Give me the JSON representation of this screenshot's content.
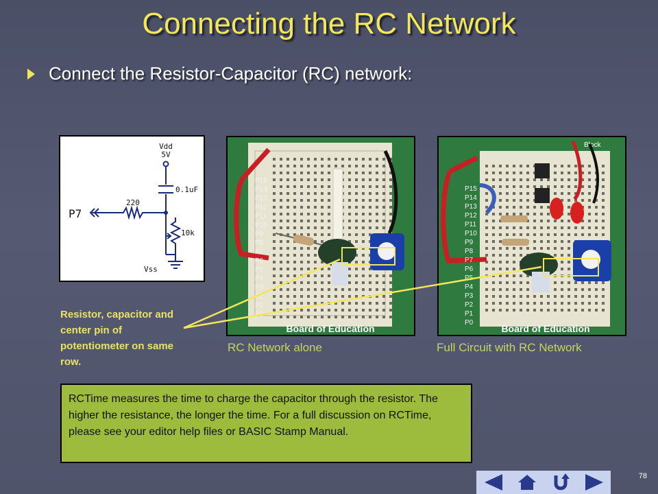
{
  "slide": {
    "title": "Connecting the RC Network",
    "bullet": "Connect the Resistor-Capacitor (RC) network:",
    "page_number": "78"
  },
  "schematic": {
    "vdd": "Vdd",
    "v5": "5V",
    "cap": "0.1uF",
    "res": "220",
    "pot": "10k",
    "vss": "Vss",
    "pin": "P7"
  },
  "captions": {
    "left": "RC Network alone",
    "right": "Full Circuit with RC Network"
  },
  "note": "Resistor, capacitor and center pin of potentiometer on same row.",
  "infobox": "RCTime measures the time to charge the capacitor through the resistor.  The higher the resistance, the longer the time. For a full discussion on RCTime, please see your editor help files or BASIC Stamp Manual.",
  "board": {
    "label": "Board of Education",
    "block": "Block",
    "pins": [
      "P15",
      "P14",
      "P13",
      "P12",
      "P11",
      "P10",
      "P9",
      "P8",
      "P7",
      "P6",
      "P5",
      "P4",
      "P3",
      "P2",
      "P1",
      "P0"
    ]
  },
  "colors": {
    "title": "#f2e75a",
    "caption": "#c3d65a",
    "infobox": "#9dbb3c",
    "highlight": "#f2e75a"
  },
  "icons": {
    "bullet": "triangle-right-icon",
    "nav_prev": "previous-icon",
    "nav_home": "home-icon",
    "nav_return": "return-icon",
    "nav_next": "next-icon"
  }
}
